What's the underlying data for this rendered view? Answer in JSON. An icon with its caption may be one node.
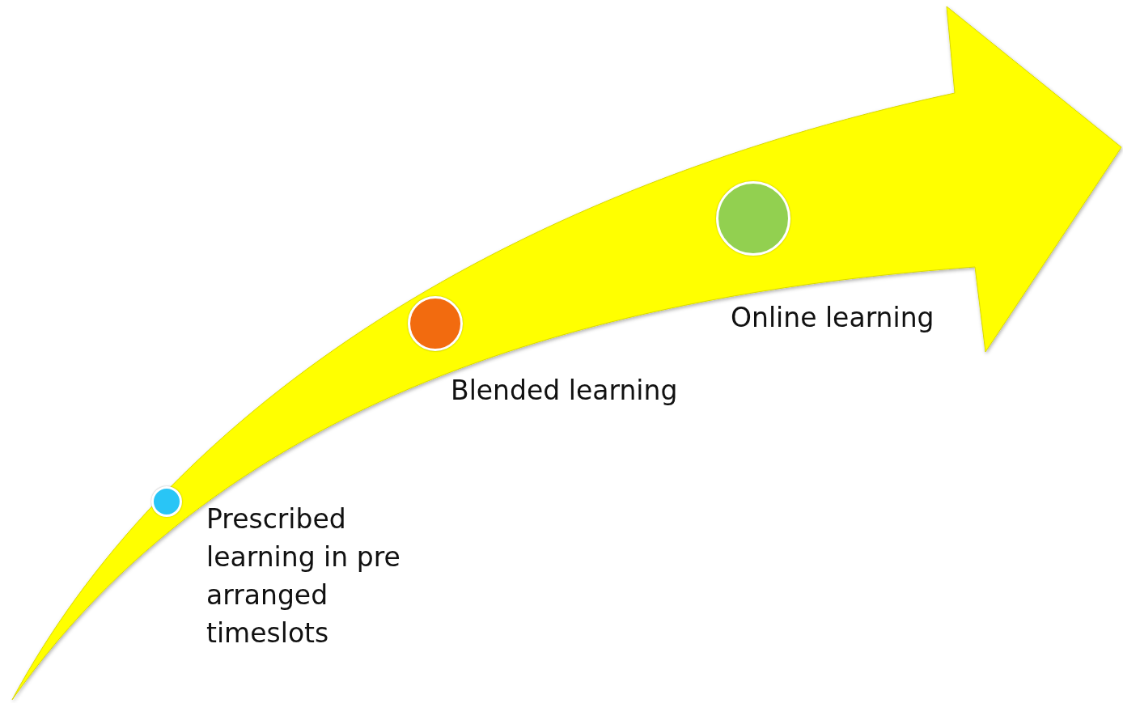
{
  "diagram": {
    "nodes": [
      {
        "text": [],
        "shape": "circle",
        "beside": [
          "Prescribed learning in pre arranged timeslots"
        ]
      },
      {
        "text": [],
        "shape": "circle",
        "beside": [
          "Blended learning"
        ]
      },
      {
        "text": [],
        "shape": "circle",
        "beside": [
          "Online learning"
        ]
      }
    ]
  }
}
